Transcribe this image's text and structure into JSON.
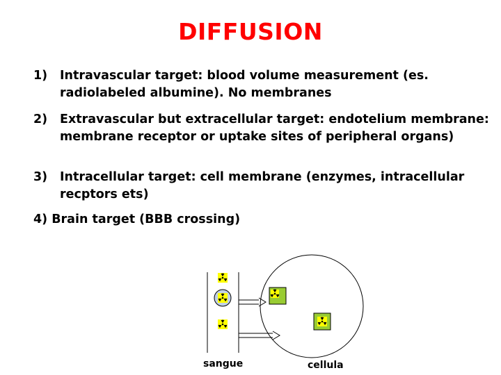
{
  "slide": {
    "title": "DIFFUSION",
    "items": [
      {
        "number": "1)",
        "text": "Intravascular target: blood volume measurement (es. radiolabeled albumine). No membranes"
      },
      {
        "number": "2)",
        "text": "Extravascular  but extracellular target: endotelium membrane: membrane receptor or uptake sites of peripheral organs)"
      },
      {
        "number": "3)",
        "text": "Intracellular target: cell membrane (enzymes, intracellular recptors ets)"
      },
      {
        "number": "4)",
        "text": "Brain target (BBB crossing)"
      }
    ]
  },
  "diagram": {
    "vessel_label": "sangue",
    "cell_label": "cellula",
    "icons": {
      "tracer": "radiation-trefoil-icon"
    },
    "colors": {
      "title": "#ff0000",
      "tracer_fill": "#ffff00",
      "receptor_fill": "#99cc33",
      "bound_circle": "#c0d0e8"
    }
  }
}
